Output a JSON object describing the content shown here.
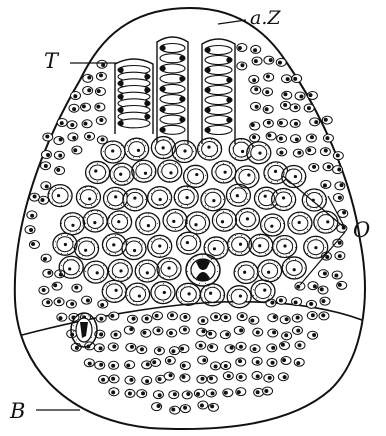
{
  "figure": {
    "labels": {
      "az": "a.Z",
      "t": "T",
      "o": "O",
      "b": "B"
    },
    "colors": {
      "ink": "#111111",
      "paper": "#ffffff",
      "stipple": "#555555"
    }
  }
}
